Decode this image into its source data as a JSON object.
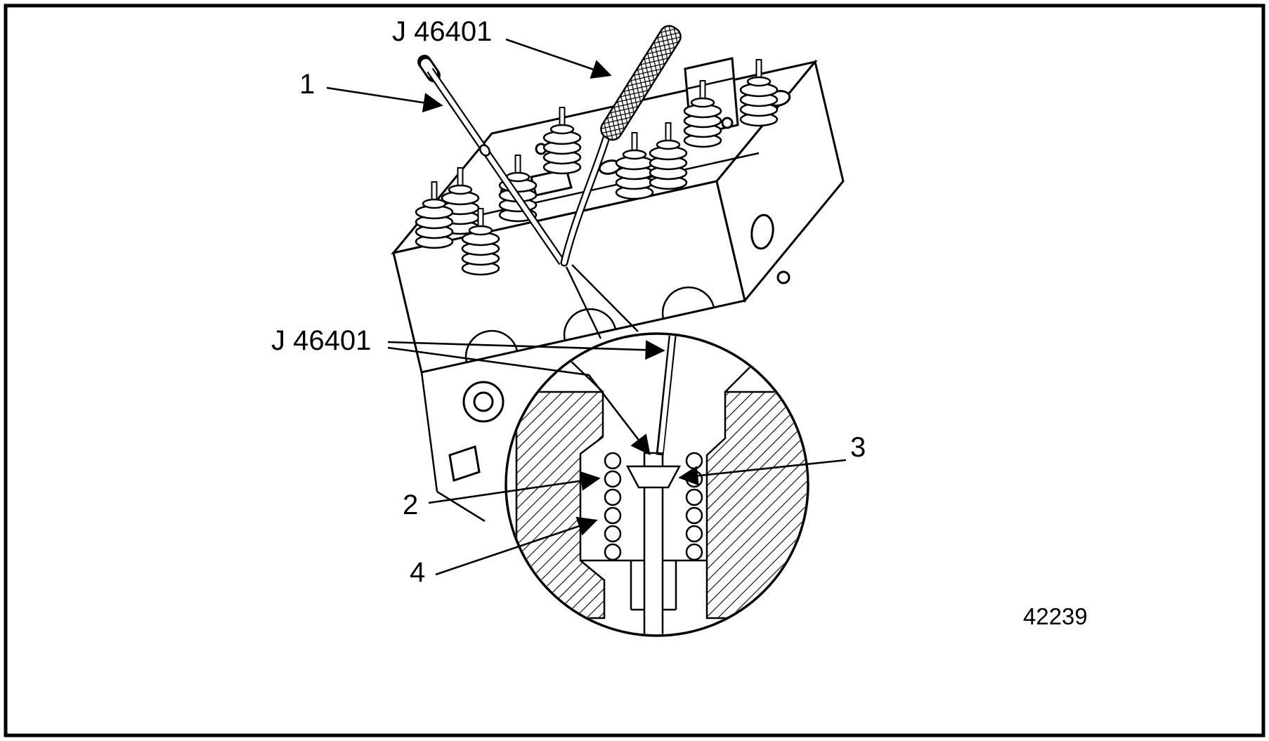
{
  "figure": {
    "figure_number": "42239",
    "labels": {
      "tool_top": "J 46401",
      "tool_detail": "J 46401",
      "callout_1": "1",
      "callout_2": "2",
      "callout_3": "3",
      "callout_4": "4"
    }
  }
}
